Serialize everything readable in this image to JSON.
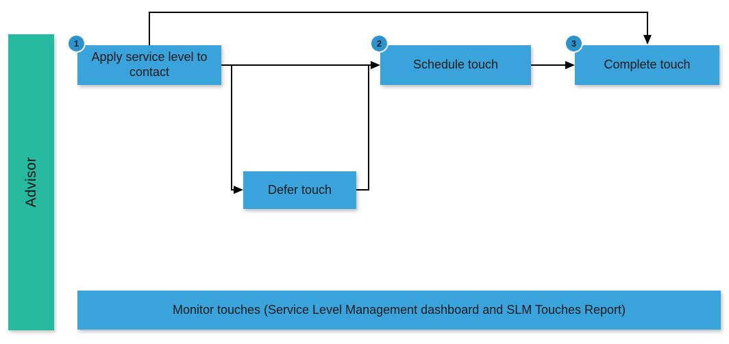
{
  "diagram": {
    "lane": {
      "label": "Advisor",
      "fill_color": "#26B9A0"
    },
    "colors": {
      "node_fill": "#3BA3DB",
      "badge_fill": "#2D93CD",
      "connector": "#000000",
      "label_text": "#1B1B1B",
      "background": "#FFFFFF"
    },
    "nodes": {
      "apply": {
        "badge": "1",
        "label": "Apply service level to contact"
      },
      "schedule": {
        "badge": "2",
        "label": "Schedule touch"
      },
      "complete": {
        "badge": "3",
        "label": "Complete touch"
      },
      "defer": {
        "label": "Defer touch"
      },
      "monitor": {
        "label": "Monitor touches (Service Level Management dashboard and SLM Touches Report)"
      }
    },
    "connectors": [
      {
        "name": "apply-to-schedule",
        "from": "Apply service level to contact",
        "to": "Schedule touch",
        "arrow": true
      },
      {
        "name": "apply-to-defer",
        "from": "Apply service level to contact",
        "to": "Defer touch",
        "arrow": true
      },
      {
        "name": "defer-to-schedule",
        "from": "Defer touch",
        "to": "Schedule touch",
        "arrow": false
      },
      {
        "name": "schedule-to-complete",
        "from": "Schedule touch",
        "to": "Complete touch",
        "arrow": true
      },
      {
        "name": "apply-to-complete-top",
        "from": "Apply service level to contact",
        "to": "Complete touch",
        "arrow": true
      }
    ]
  }
}
